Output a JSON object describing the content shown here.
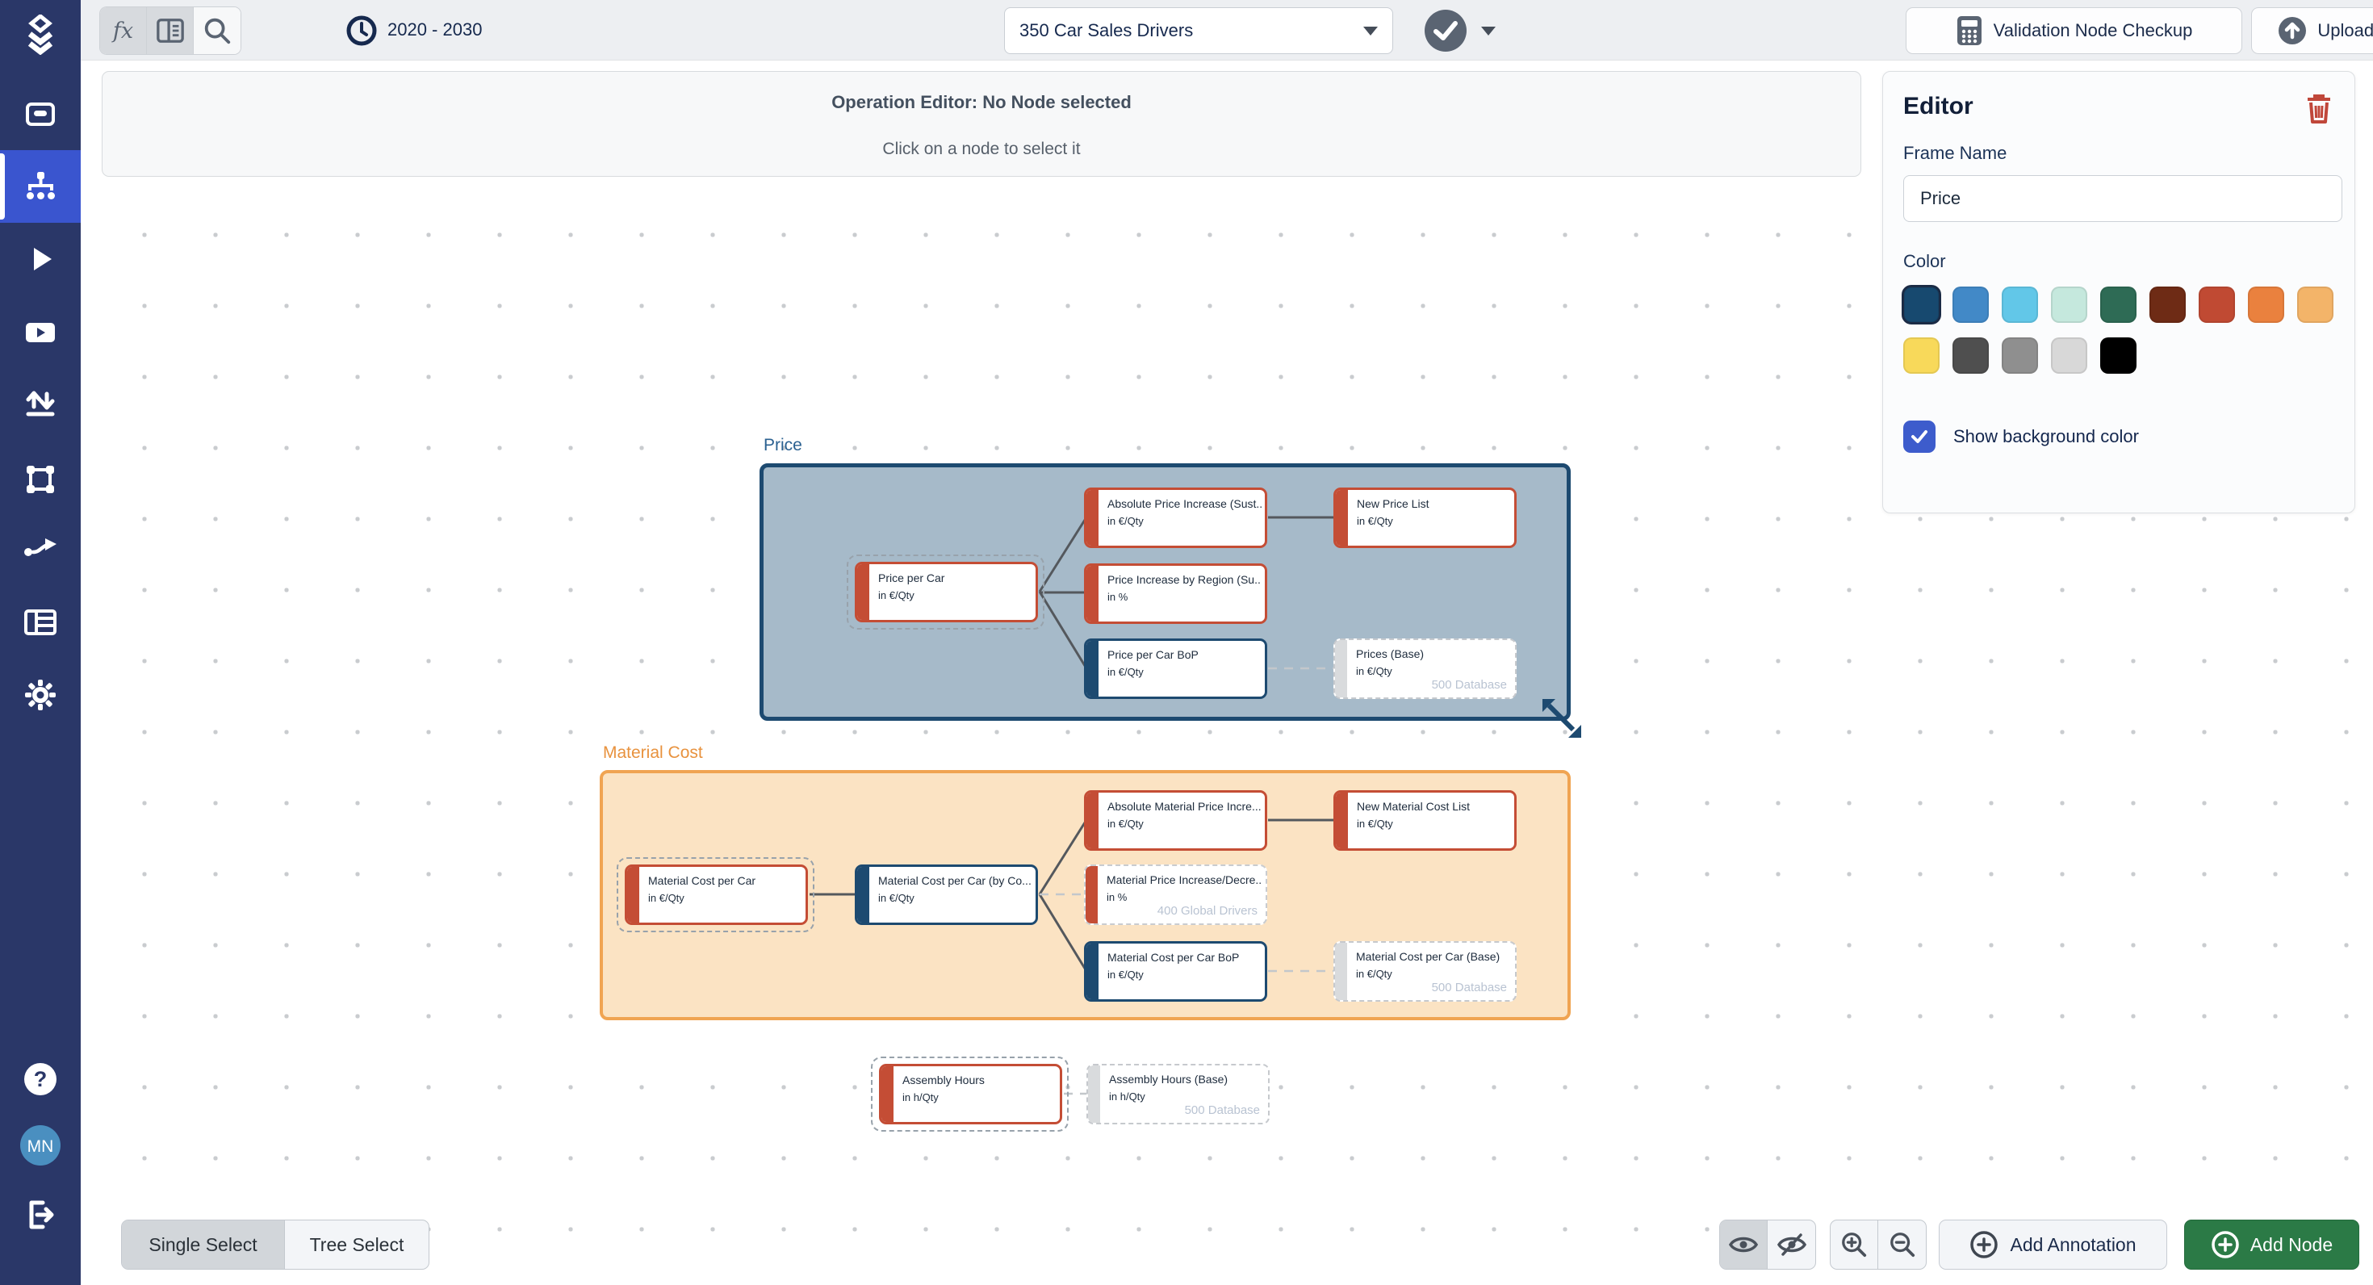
{
  "topbar": {
    "fx_label": "fx",
    "time_range": "2020 - 2030",
    "model_select_value": "350 Car Sales Drivers",
    "validation_button": "Validation Node Checkup",
    "upload_button": "Upload Data"
  },
  "banner": {
    "title": "Operation Editor: No Node selected",
    "subtitle": "Click on a node to select it"
  },
  "editor": {
    "title": "Editor",
    "frame_name_label": "Frame Name",
    "frame_name_value": "Price",
    "color_label": "Color",
    "show_bg_label": "Show background color",
    "show_bg_checked": true,
    "selected_swatch": "#17496f",
    "swatches": [
      "#17496f",
      "#4289c7",
      "#62c7e8",
      "#c5e8dd",
      "#2e6b55",
      "#6e2b15",
      "#c04a33",
      "#ea813e",
      "#f3b469",
      "#f8d95a",
      "#4f4f4f",
      "#8f8f8f",
      "#d8d8d8",
      "#000000"
    ]
  },
  "sidebar": {
    "items": [
      "logo",
      "archive",
      "hierarchy",
      "play",
      "video",
      "upload-download",
      "frame",
      "transition",
      "table",
      "settings"
    ],
    "active_item": "hierarchy",
    "help": "?",
    "avatar_initials": "MN"
  },
  "canvas": {
    "frames": [
      {
        "label": "Price",
        "fill": "#a6bac9",
        "border": "#1d4a70",
        "label_color": "#2b6191",
        "nodes": [
          {
            "title": "Price per Car",
            "unit": "in €/Qty",
            "variant": "red",
            "selected": true
          },
          {
            "title": "Absolute Price Increase (Sust...",
            "unit": "in €/Qty",
            "variant": "red"
          },
          {
            "title": "Price Increase by Region (Su...",
            "unit": "in %",
            "variant": "red"
          },
          {
            "title": "Price per Car BoP",
            "unit": "in €/Qty",
            "variant": "blue"
          },
          {
            "title": "New Price List",
            "unit": "in €/Qty",
            "variant": "red"
          },
          {
            "title": "Prices (Base)",
            "unit": "in €/Qty",
            "badge": "500 Database",
            "variant": "ghost"
          }
        ]
      },
      {
        "label": "Material Cost",
        "fill": "#fbe3c3",
        "border": "#f0a452",
        "label_color": "#e8923e",
        "nodes": [
          {
            "title": "Material Cost per Car",
            "unit": "in €/Qty",
            "variant": "red",
            "selected": true
          },
          {
            "title": "Material Cost per Car (by Co...",
            "unit": "in €/Qty",
            "variant": "blue"
          },
          {
            "title": "Absolute Material Price Incre...",
            "unit": "in €/Qty",
            "variant": "red"
          },
          {
            "title": "Material Price Increase/Decre...",
            "unit": "in %",
            "badge": "400 Global Drivers",
            "variant": "ghost-red"
          },
          {
            "title": "Material Cost per Car BoP",
            "unit": "in €/Qty",
            "variant": "blue"
          },
          {
            "title": "New Material Cost List",
            "unit": "in €/Qty",
            "variant": "red"
          },
          {
            "title": "Material Cost per Car (Base)",
            "unit": "in €/Qty",
            "badge": "500 Database",
            "variant": "ghost"
          }
        ]
      }
    ],
    "loose_nodes": [
      {
        "title": "Assembly Hours",
        "unit": "in h/Qty",
        "variant": "red",
        "selected": true
      },
      {
        "title": "Assembly Hours (Base)",
        "unit": "in h/Qty",
        "badge": "500 Database",
        "variant": "ghost"
      }
    ],
    "edges": [
      {
        "from": "Price per Car",
        "to": "Absolute Price Increase (Sust...",
        "style": "solid"
      },
      {
        "from": "Price per Car",
        "to": "Price Increase by Region (Su...",
        "style": "solid"
      },
      {
        "from": "Price per Car",
        "to": "Price per Car BoP",
        "style": "solid"
      },
      {
        "from": "Absolute Price Increase (Sust...",
        "to": "New Price List",
        "style": "solid"
      },
      {
        "from": "Price per Car BoP",
        "to": "Prices (Base)",
        "style": "dashed"
      },
      {
        "from": "Material Cost per Car",
        "to": "Material Cost per Car (by Co...",
        "style": "solid"
      },
      {
        "from": "Material Cost per Car (by Co...",
        "to": "Absolute Material Price Incre...",
        "style": "solid"
      },
      {
        "from": "Material Cost per Car (by Co...",
        "to": "Material Price Increase/Decre...",
        "style": "dashed"
      },
      {
        "from": "Material Cost per Car (by Co...",
        "to": "Material Cost per Car BoP",
        "style": "solid"
      },
      {
        "from": "Absolute Material Price Incre...",
        "to": "New Material Cost List",
        "style": "solid"
      },
      {
        "from": "Material Cost per Car BoP",
        "to": "Material Cost per Car (Base)",
        "style": "dashed"
      },
      {
        "from": "Assembly Hours",
        "to": "Assembly Hours (Base)",
        "style": "dashed"
      }
    ]
  },
  "controls": {
    "single_select": "Single Select",
    "tree_select": "Tree Select",
    "add_annotation": "Add Annotation",
    "add_node": "Add Node"
  }
}
